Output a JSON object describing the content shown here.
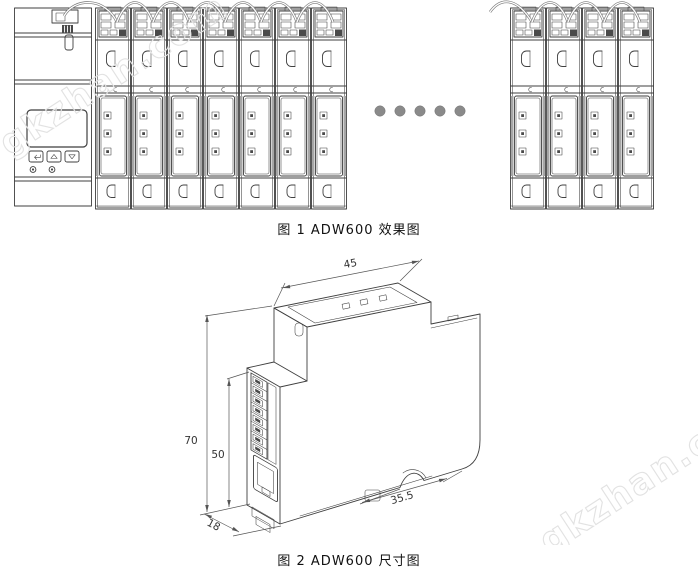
{
  "watermark": {
    "text": "gkzhan.com",
    "color": "#e2e2e2"
  },
  "figure1": {
    "caption": "图 1 ADW600 效果图",
    "line_color": "#3f3f3f",
    "left_group": {
      "master_unit": {
        "display": "LCD",
        "button_icons": [
          "enter-icon",
          "up-arrow-icon",
          "down-arrow-icon"
        ],
        "indicator_led_count": 2
      },
      "module_count": 7
    },
    "right_group": {
      "module_count": 4
    },
    "ellipsis_dot_count": 5,
    "module_led_count": 3,
    "dot_color": "#8a8a8a"
  },
  "figure2": {
    "caption": "图 2 ADW600 尺寸图",
    "line_color": "#3f3f3f",
    "front_terminal_count": 8,
    "dimensions": {
      "top_depth_mm": "45",
      "total_height_mm": "70",
      "front_height_mm": "50",
      "bottom_depth_mm": "35.5",
      "width_mm": "18"
    }
  }
}
